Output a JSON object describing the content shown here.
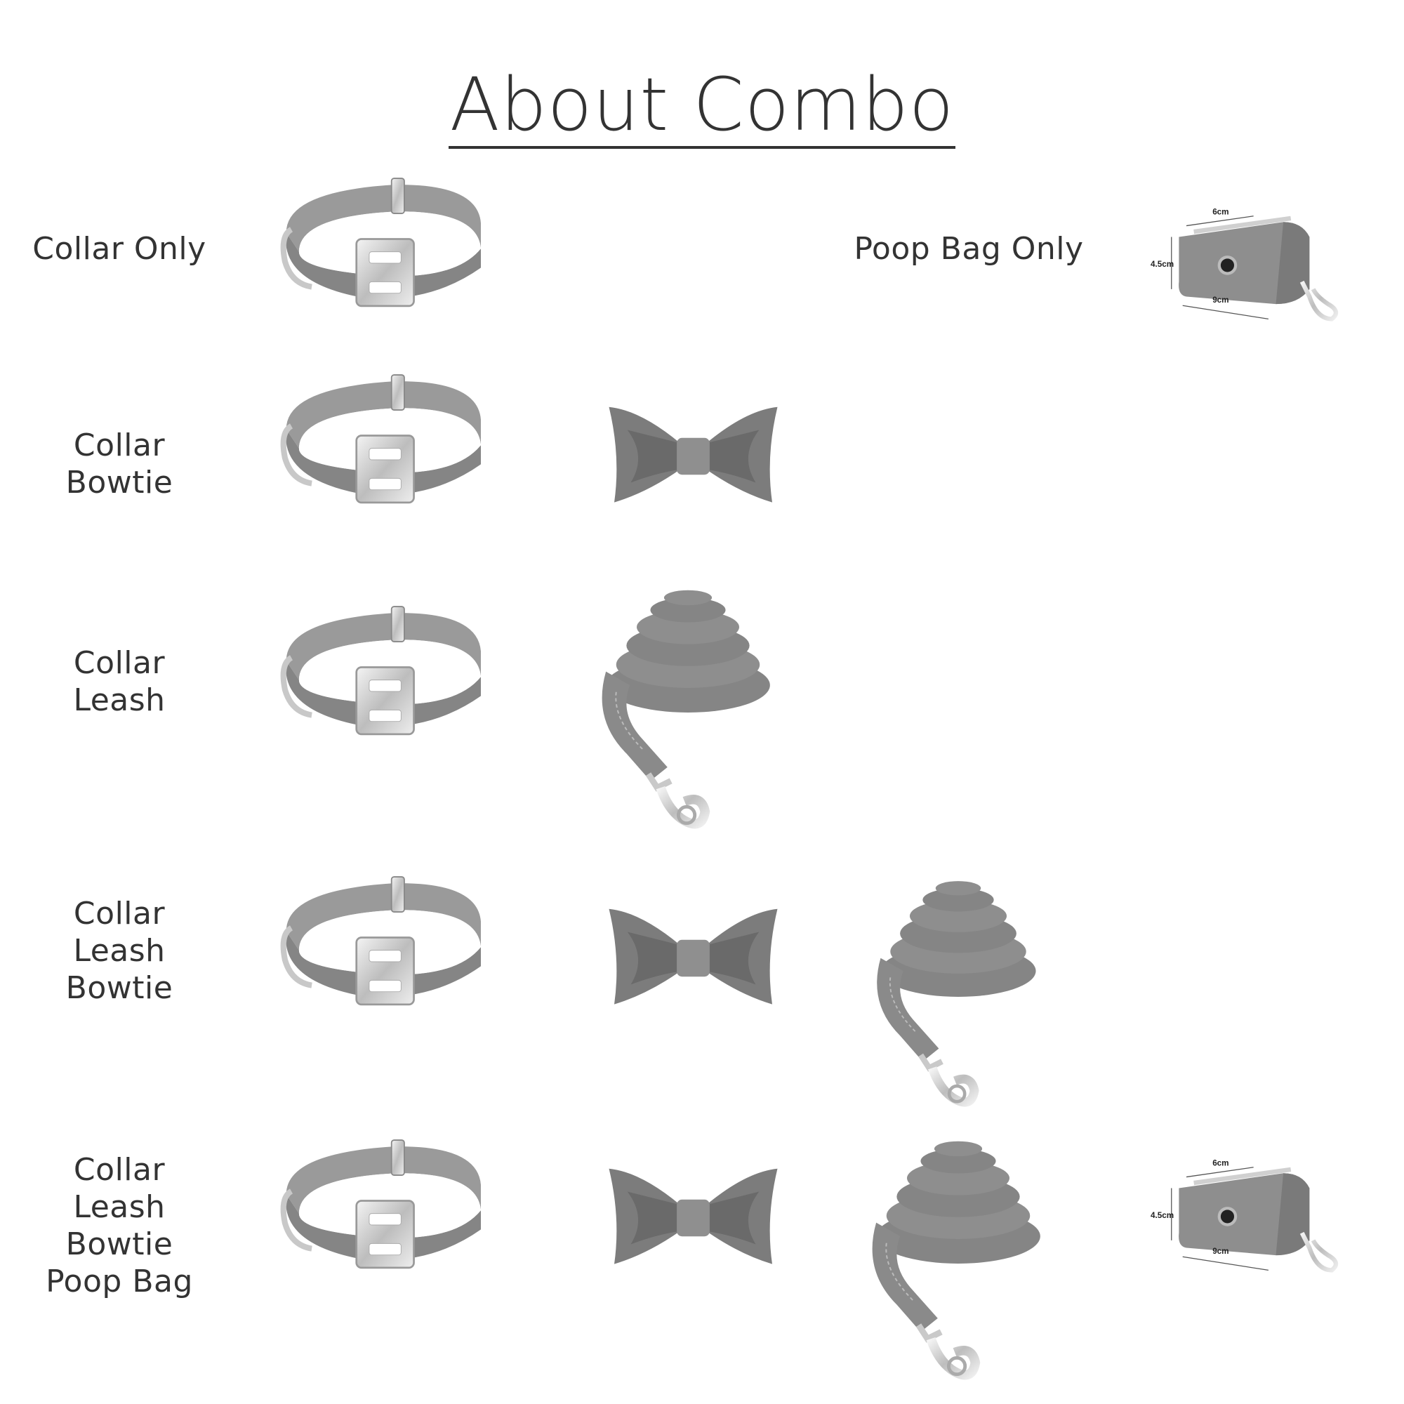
{
  "title": "About Combo",
  "rows": [
    {
      "label_lines": [
        "Collar Only"
      ]
    },
    {
      "label_lines": [
        "Collar",
        "Bowtie"
      ]
    },
    {
      "label_lines": [
        "Collar",
        "Leash"
      ]
    },
    {
      "label_lines": [
        "Collar",
        "Leash",
        "Bowtie"
      ]
    },
    {
      "label_lines": [
        "Collar",
        "Leash",
        "Bowtie",
        "Poop Bag"
      ]
    }
  ],
  "poop_bag_only_label": "Poop Bag Only",
  "dimensions": {
    "width": "6cm",
    "height": "4.5cm",
    "length": "9cm"
  },
  "colors": {
    "fabric": "#8a8a8a",
    "fabric_dark": "#6e6e6e",
    "metal": "#d8d8d8",
    "text": "#333333"
  },
  "icons": [
    "collar-icon",
    "bowtie-icon",
    "leash-icon",
    "poop-bag-icon"
  ]
}
